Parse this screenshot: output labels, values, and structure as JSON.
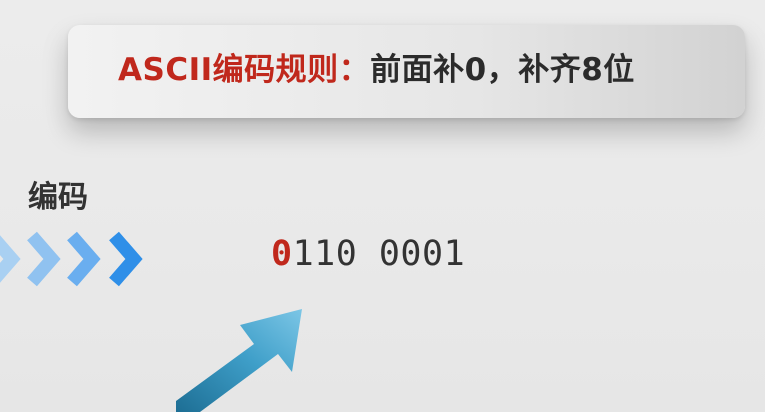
{
  "title": {
    "highlight": "ASCII编码规则：",
    "rest": "前面补0，补齐8位"
  },
  "section_label": "编码",
  "binary": {
    "padding_bit": "0",
    "remaining": "110 0001"
  },
  "colors": {
    "accent_red": "#c0281c",
    "text_dark": "#2b2b2b",
    "chevron_blue": "#2f8fe8",
    "arrow_blue": "#4aa8d2"
  },
  "icons": {
    "chevrons": "chevron-right-icon",
    "arrow": "arrow-up-right-icon"
  }
}
